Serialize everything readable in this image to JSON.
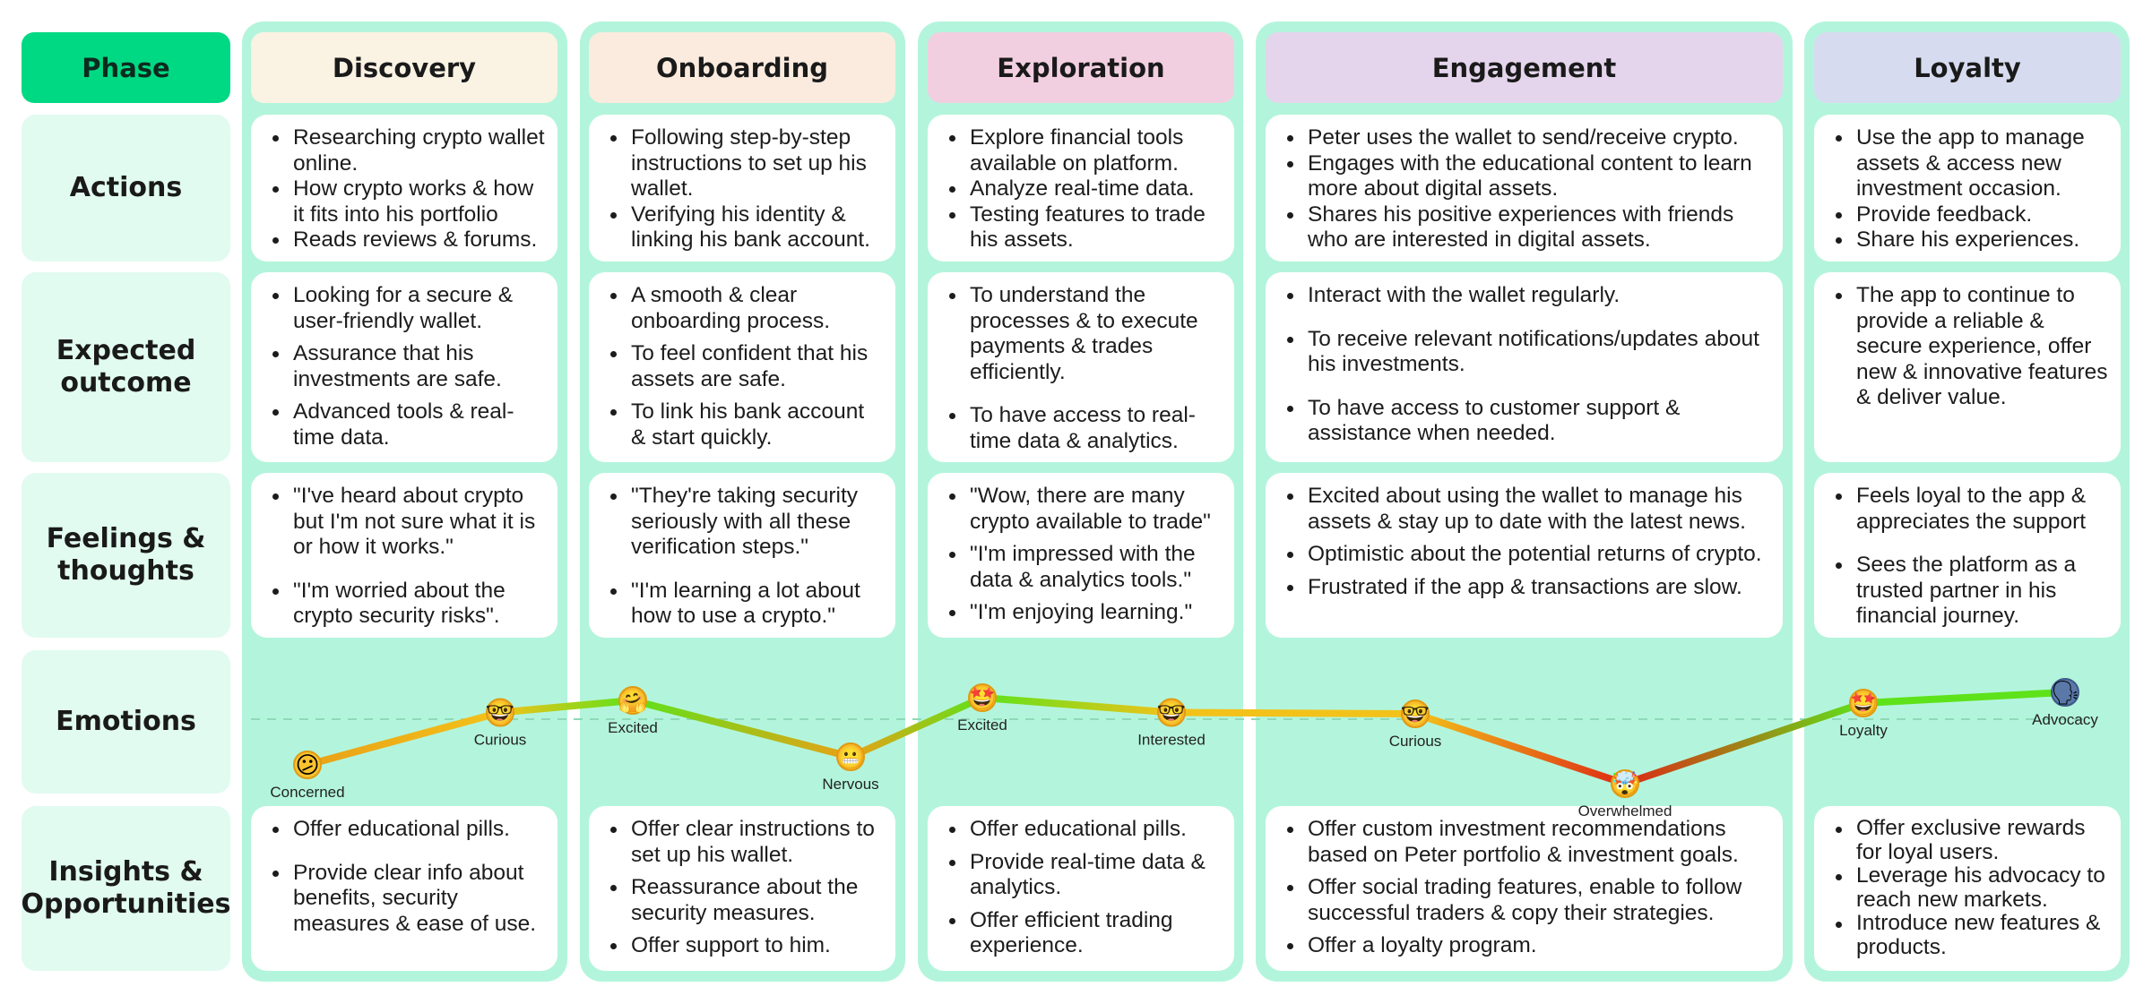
{
  "header": {
    "phase_label": "Phase",
    "phases": [
      "Discovery",
      "Onboarding",
      "Exploration",
      "Engagement",
      "Loyalty"
    ]
  },
  "phase_colors": [
    "#faf2e3",
    "#fbebde",
    "#f2cfe0",
    "#e4d5ec",
    "#d6dbef"
  ],
  "rows": {
    "actions": "Actions",
    "expected": "Expected\noutcome",
    "feelings": "Feelings &\nthoughts",
    "emotions": "Emotions",
    "insights": "Insights &\nOpportunities"
  },
  "actions": [
    [
      "Researching crypto wallet online.",
      "How crypto works & how it fits into his portfolio",
      "Reads reviews & forums."
    ],
    [
      "Following step-by-step instructions to set up his wallet.",
      "Verifying his identity & linking his bank account."
    ],
    [
      "Explore financial tools available on platform.",
      "Analyze real-time data.",
      "Testing features to trade his assets."
    ],
    [
      "Peter uses the wallet to send/receive crypto.",
      "Engages with the educational content to learn more about digital assets.",
      "Shares his positive experiences with friends who are interested in digital assets."
    ],
    [
      "Use the app to manage assets & access new investment occasion.",
      "Provide feedback.",
      "Share his experiences."
    ]
  ],
  "expected": [
    [
      "Looking for a secure & user-friendly wallet.",
      "Assurance that his investments are safe.",
      "Advanced tools & real-time data."
    ],
    [
      "A smooth & clear onboarding process.",
      "To feel confident that his assets are safe.",
      "To link his bank account & start quickly."
    ],
    [
      "To understand the processes & to execute payments & trades efficiently.",
      "To have access to real-time data & analytics."
    ],
    [
      "Interact with the wallet regularly.",
      "To receive relevant notifications/updates about his investments.",
      "To have access to customer support & assistance when needed."
    ],
    [
      "The app to continue to provide a reliable & secure experience, offer new & innovative features & deliver value."
    ]
  ],
  "feelings": [
    [
      "\"I've heard about crypto but I'm not sure what it is or how it works.\"",
      "\"I'm worried about the crypto security risks\"."
    ],
    [
      "\"They're taking security seriously with all these verification steps.\"",
      "\"I'm learning a lot about how to use a crypto.\""
    ],
    [
      "\"Wow, there are many crypto available to trade\"",
      "\"I'm impressed with the data & analytics tools.\"",
      "\"I'm enjoying learning.\""
    ],
    [
      "Excited about using the wallet to manage his assets & stay up to date with the latest news.",
      "Optimistic about the potential returns of crypto.",
      "Frustrated if the app & transactions are slow."
    ],
    [
      "Feels loyal to the app & appreciates the support",
      "Sees the platform as a trusted partner in his financial journey."
    ]
  ],
  "insights": [
    [
      "Offer educational pills.",
      "Provide clear info about benefits, security measures & ease of use."
    ],
    [
      "Offer clear instructions to set up his wallet.",
      "Reassurance about the security measures.",
      "Offer support to him."
    ],
    [
      "Offer educational pills.",
      "Provide real-time data & analytics.",
      "Offer efficient trading experience."
    ],
    [
      "Offer custom investment recommendations based on Peter portfolio & investment goals.",
      "Offer social trading features, enable to follow successful traders & copy their strategies.",
      "Offer a loyalty program."
    ],
    [
      "Offer exclusive rewards for loyal users.",
      "Leverage his advocacy to reach new markets.",
      "Introduce new features & products."
    ]
  ],
  "emotions": [
    {
      "label": "Concerned",
      "level": 0.24,
      "icon": "confused-face-icon",
      "glyph": "😕"
    },
    {
      "label": "Curious",
      "level": 0.63,
      "icon": "nerd-face-icon",
      "glyph": "🤓"
    },
    {
      "label": "Excited",
      "level": 0.72,
      "icon": "hugging-face-icon",
      "glyph": "🤗"
    },
    {
      "label": "Nervous",
      "level": 0.3,
      "icon": "grimacing-face-icon",
      "glyph": "😬"
    },
    {
      "label": "Excited",
      "level": 0.74,
      "icon": "star-struck-face-icon",
      "glyph": "🤩"
    },
    {
      "label": "Interested",
      "level": 0.63,
      "icon": "nerd-face-icon",
      "glyph": "🤓"
    },
    {
      "label": "Curious",
      "level": 0.62,
      "icon": "nerd-face-icon",
      "glyph": "🤓"
    },
    {
      "label": "Overwhelmed",
      "level": 0.1,
      "icon": "exploding-head-icon",
      "glyph": "🤯"
    },
    {
      "label": "Loyalty",
      "level": 0.7,
      "icon": "star-struck-face-icon",
      "glyph": "🤩"
    },
    {
      "label": "Advocacy",
      "level": 0.78,
      "icon": "speaking-head-icon",
      "glyph": "🗣"
    }
  ],
  "colors": {
    "phase_label_bg": "#00d983",
    "column_bg": "#b3f5dc",
    "row_label_bg": "#e1fbf0",
    "line_high": "#5ee21a",
    "line_mid": "#f3c21a",
    "line_low": "#de2a14"
  }
}
